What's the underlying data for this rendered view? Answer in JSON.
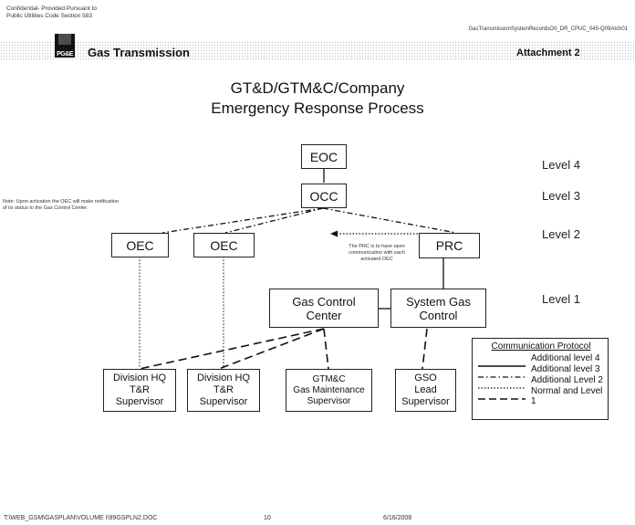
{
  "header": {
    "confidential": "Confidential- Provided Pursuant to",
    "confidential_line2": "Public Utilities Code Section 583",
    "doc_ref": "GasTransmissionSystemRecordsOII_DR_CPUC_045-Q09Atch01",
    "logo_text": "PG&E",
    "section_title": "Gas Transmission",
    "attachment": "Attachment 2"
  },
  "title": {
    "line1": "GT&D/GTM&C/Company",
    "line2": "Emergency Response Process"
  },
  "notes": {
    "oec_note_line1": "Note: Upon activation the OEC will make notification",
    "oec_note_line2": "of its status to the Gas Control Center.",
    "prc_note_line1": "The PRC is to have open",
    "prc_note_line2": "communication with each",
    "prc_note_line3": "activated OEC"
  },
  "levels": {
    "level4": "Level 4",
    "level3": "Level 3",
    "level2": "Level 2",
    "level1": "Level 1"
  },
  "boxes": {
    "eoc": "EOC",
    "occ": "OCC",
    "oec_left": "OEC",
    "oec_right": "OEC",
    "prc": "PRC",
    "gas_control_l1": "Gas Control",
    "gas_control_l2": "Center",
    "system_gas_l1": "System Gas",
    "system_gas_l2": "Control",
    "div1_l1": "Division HQ",
    "div1_l2": "T&R",
    "div1_l3": "Supervisor",
    "div2_l1": "Division HQ",
    "div2_l2": "T&R",
    "div2_l3": "Supervisor",
    "gtmc_l1": "GTM&C",
    "gtmc_l2": "Gas Maintenance",
    "gtmc_l3": "Supervisor",
    "gso_l1": "GSO",
    "gso_l2": "Lead",
    "gso_l3": "Supervisor"
  },
  "legend": {
    "title": "Communication Protocol",
    "items": [
      "Additional level 4",
      "Additional level 3",
      "Additional Level 2",
      "Normal and Level 1"
    ]
  },
  "footer": {
    "path": "T:\\WEB_GSM\\GASPLAN\\VOLUME I\\99GSPLN2.DOC",
    "page": "10",
    "date": "6/16/2008"
  }
}
